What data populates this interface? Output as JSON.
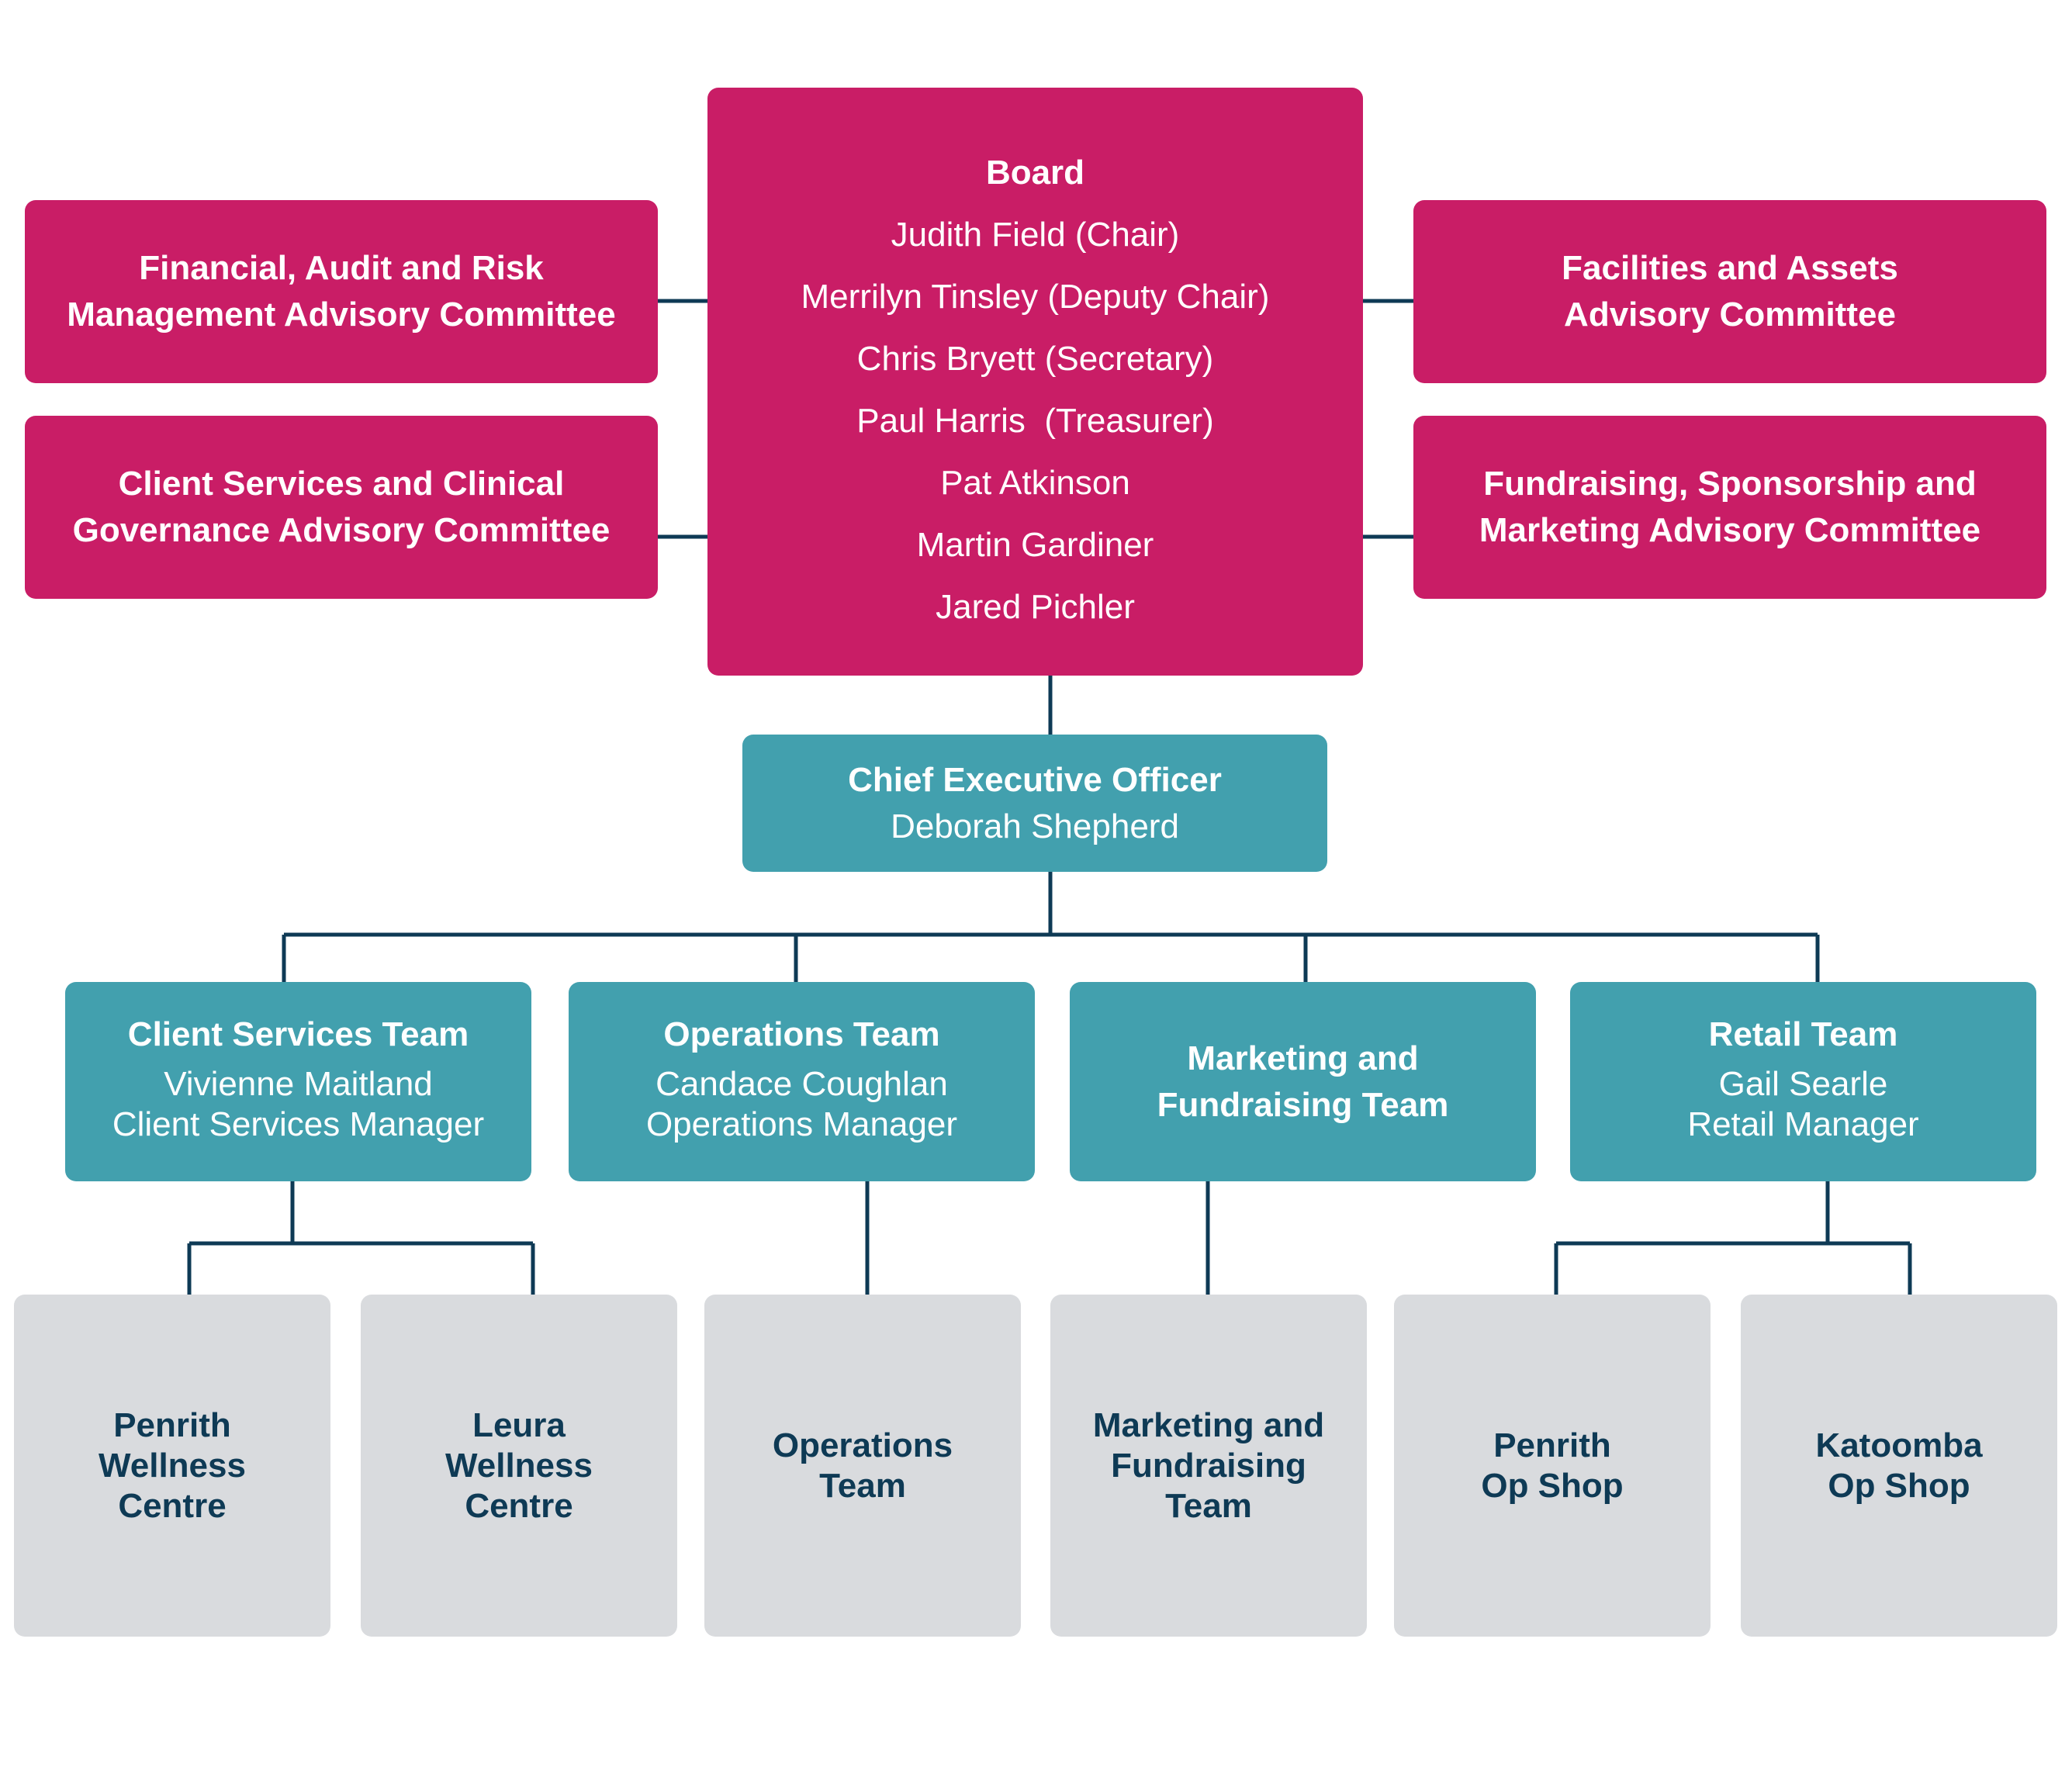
{
  "board": {
    "title": "Board",
    "members": [
      "Judith Field (Chair)",
      "Merrilyn Tinsley (Deputy Chair)",
      "Chris Bryett (Secretary)",
      "Paul Harris  (Treasurer)",
      "Pat Atkinson",
      "Martin Gardiner",
      "Jared Pichler"
    ]
  },
  "committees": {
    "left_top": [
      "Financial, Audit and Risk",
      "Management Advisory Committee"
    ],
    "left_bottom": [
      "Client Services and Clinical",
      "Governance Advisory Committee"
    ],
    "right_top": [
      "Facilities and Assets",
      "Advisory Committee"
    ],
    "right_bottom": [
      "Fundraising, Sponsorship and",
      "Marketing Advisory Committee"
    ]
  },
  "ceo": {
    "title": "Chief Executive Officer",
    "name": "Deborah Shepherd"
  },
  "teams": {
    "client_services": {
      "title": "Client Services Team",
      "name": "Vivienne Maitland",
      "role": "Client Services Manager"
    },
    "operations": {
      "title": "Operations Team",
      "name": "Candace Coughlan",
      "role": "Operations Manager"
    },
    "marketing": {
      "title_line1": "Marketing and",
      "title_line2": "Fundraising Team"
    },
    "retail": {
      "title": "Retail Team",
      "name": "Gail Searle",
      "role": "Retail Manager"
    }
  },
  "units": {
    "penrith_wellness": [
      "Penrith",
      "Wellness",
      "Centre"
    ],
    "leura_wellness": [
      "Leura",
      "Wellness",
      "Centre"
    ],
    "operations_team": [
      "Operations",
      "Team"
    ],
    "marketing_team": [
      "Marketing and",
      "Fundraising",
      "Team"
    ],
    "penrith_op_shop": [
      "Penrith",
      "Op Shop"
    ],
    "katoomba_op_shop": [
      "Katoomba",
      "Op Shop"
    ]
  },
  "colors": {
    "board_pink": "#c91d66",
    "team_teal": "#42a0ae",
    "unit_grey": "#d9dbde",
    "unit_text_navy": "#0e3a55",
    "connector_navy": "#0e3a55"
  }
}
